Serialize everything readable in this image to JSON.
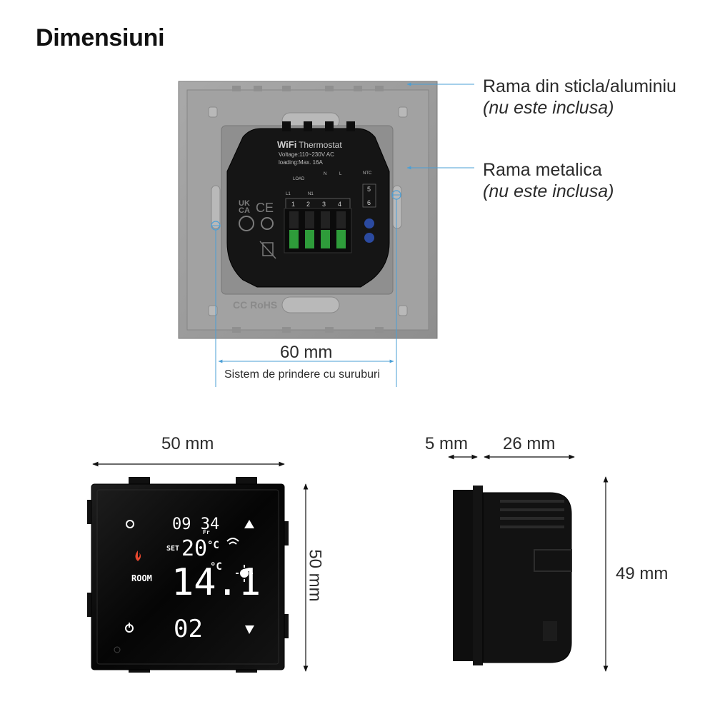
{
  "title": "Dimensiuni",
  "callouts": {
    "glass_frame": {
      "label": "Rama din sticla/aluminiu",
      "note": "(nu este inclusa)"
    },
    "metal_frame": {
      "label": "Rama metalica",
      "note": "(nu este inclusa)"
    }
  },
  "back_view": {
    "mounting_width": "60 mm",
    "mounting_caption": "Sistem de prindere cu suruburi",
    "module_label": {
      "brand_prefix": "WiFi",
      "brand": "Thermostat",
      "voltage": "Voltage:110~230V AC",
      "loading": "loading:Max. 16A"
    },
    "terminal_labels": {
      "load": "LOAD",
      "l1": "L1",
      "n1": "N1",
      "n": "N",
      "l": "L",
      "ntc": "NTC",
      "t1": "1",
      "t2": "2",
      "t3": "3",
      "t4": "4",
      "t5": "5",
      "t6": "6"
    },
    "marks": {
      "ukca_top": "UK",
      "ukca_bottom": "CA",
      "ce": "CE",
      "plate_marks": "CC RoHS"
    }
  },
  "front_view": {
    "width": "50 mm",
    "height": "50 mm",
    "display": {
      "clock": "09 34",
      "day": "Fr",
      "set_label": "SET",
      "set_temp": "20",
      "set_unit": "°C",
      "room_temp": "14.1",
      "room_unit": "°C",
      "room_label": "ROOM",
      "program": "02"
    }
  },
  "side_view": {
    "frame_depth": "5 mm",
    "body_depth": "26 mm",
    "height": "49 mm"
  },
  "colors": {
    "leader_line": "#4a9fd6",
    "plate": "#9b9b9b",
    "device": "#101010",
    "terminal_green": "#2e9c3a"
  }
}
